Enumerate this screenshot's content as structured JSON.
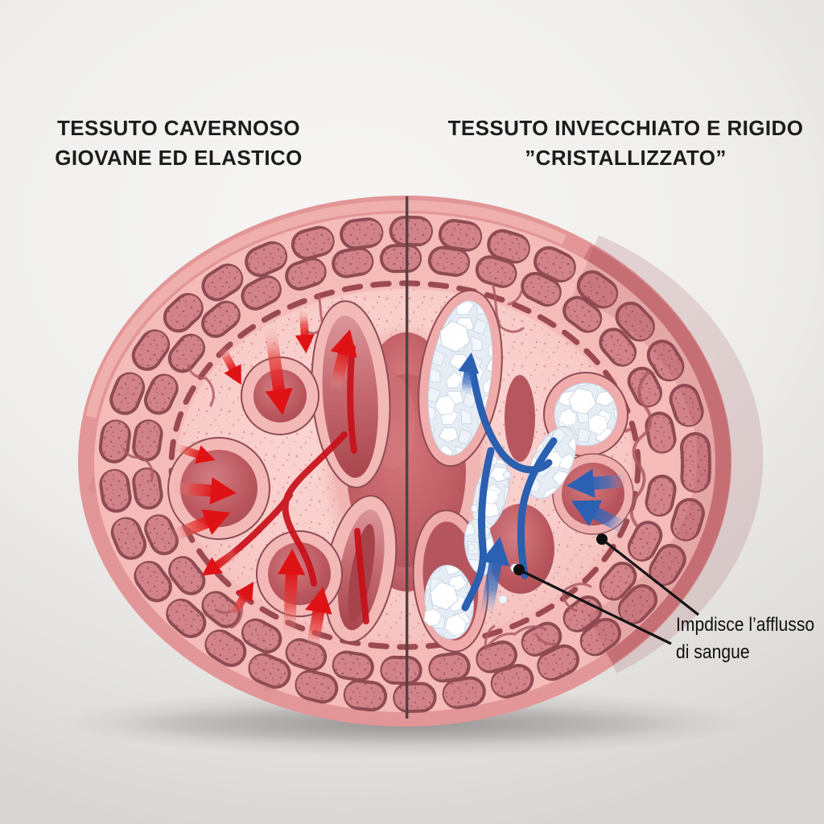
{
  "titles": {
    "left": {
      "line1": "TESSUTO CAVERNOSO",
      "line2": "GIOVANE ED ELASTICO"
    },
    "right": {
      "line1": "TESSUTO INVECCHIATO E RIGIDO",
      "line2": "”CRISTALLIZZATO”"
    }
  },
  "annotation": {
    "line1": "Impdisce l’afflusso",
    "line2": "di sangue"
  },
  "palette": {
    "background_top": "#f7f6f5",
    "background_bottom": "#d7d6d4",
    "rim_salmon": "#e29697",
    "rim_shadow": "#c97076",
    "cell_pink": "#d2838a",
    "cell_outline": "#8f4b52",
    "tissue_pink": "#f8cbc8",
    "cavity_dark_red": "#b5555c",
    "healthy_flow_red": "#df1216",
    "blocked_flow_blue": "#2b60b3",
    "crystal_white": "#f4f7fb",
    "divider": "#4e4243",
    "text": "#1c1c1c"
  },
  "icons": {
    "healthy_flow": "red-inflow-arrow",
    "blocked_flow": "blue-blocked-arrow",
    "deposit": "crystal-deposit",
    "marker": "black-dot-marker",
    "divider": "vertical-divider-line"
  }
}
